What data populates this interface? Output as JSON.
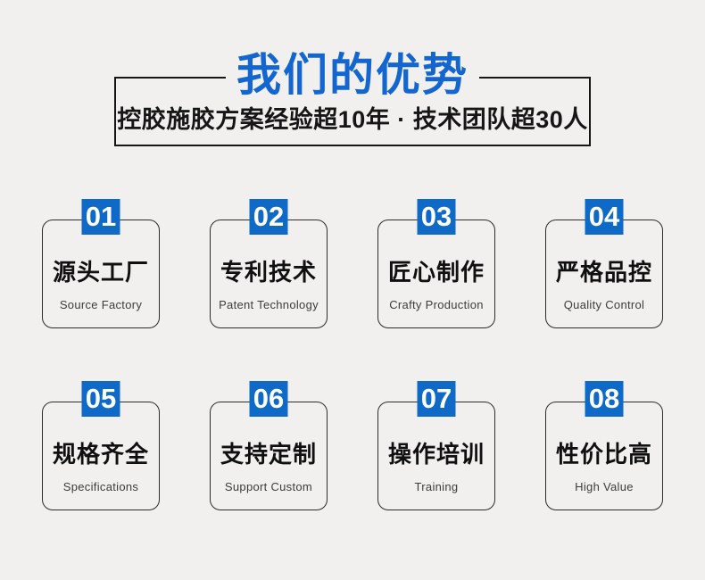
{
  "page": {
    "background": "#f2f0ee",
    "accent_blue": "#0e6ac6",
    "title_blue": "#1366d0",
    "text_black": "#161616"
  },
  "header": {
    "title": "我们的优势",
    "subtitle": "控胶施胶方案经验超10年 · 技术团队超30人"
  },
  "cards": [
    {
      "number": "01",
      "title": "源头工厂",
      "subtitle": "Source Factory"
    },
    {
      "number": "02",
      "title": "专利技术",
      "subtitle": "Patent Technology"
    },
    {
      "number": "03",
      "title": "匠心制作",
      "subtitle": "Crafty Production"
    },
    {
      "number": "04",
      "title": "严格品控",
      "subtitle": "Quality Control"
    },
    {
      "number": "05",
      "title": "规格齐全",
      "subtitle": "Specifications"
    },
    {
      "number": "06",
      "title": "支持定制",
      "subtitle": "Support Custom"
    },
    {
      "number": "07",
      "title": "操作培训",
      "subtitle": "Training"
    },
    {
      "number": "08",
      "title": "性价比高",
      "subtitle": "High Value"
    }
  ]
}
